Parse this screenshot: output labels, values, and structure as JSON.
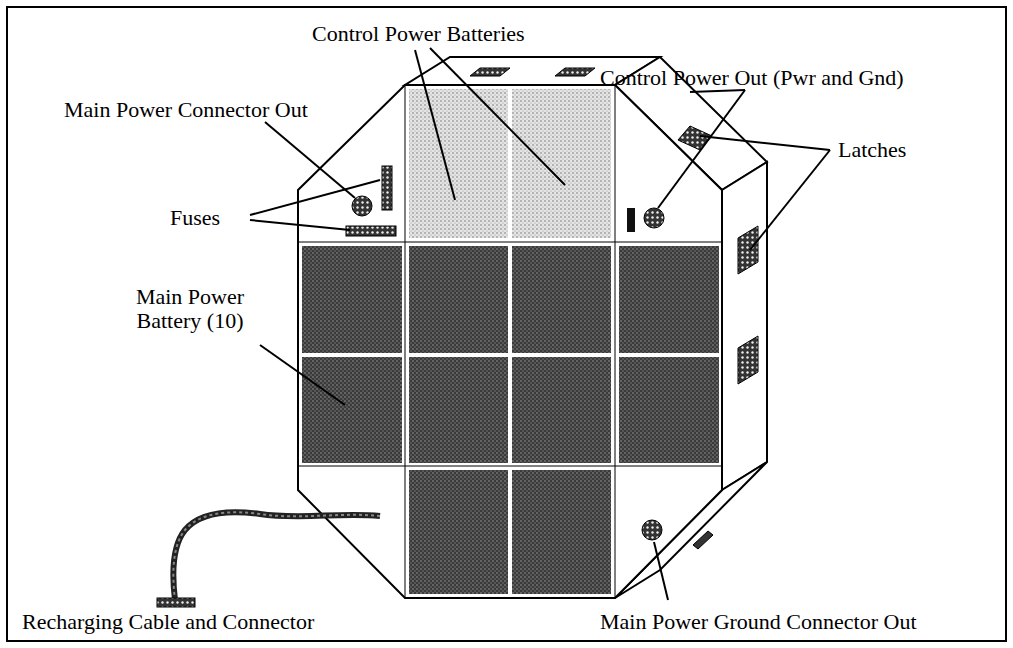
{
  "diagram": {
    "labels": [
      "Control Power Batteries",
      "Control Power Out (Pwr and Gnd)",
      "Main Power Connector Out",
      "Latches",
      "Fuses",
      "Main Power Battery (10)",
      "Recharging Cable and Connector",
      "Main Power Ground Connector Out"
    ]
  }
}
